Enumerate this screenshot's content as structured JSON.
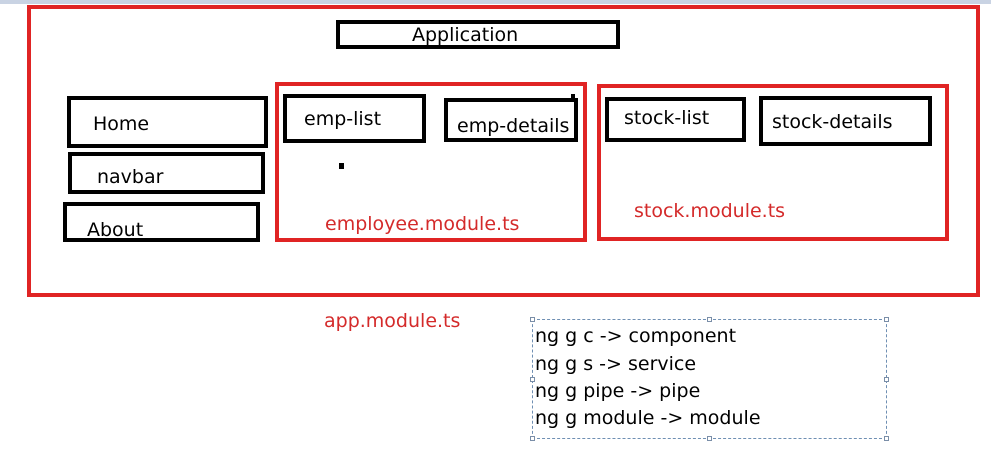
{
  "application": {
    "label": "Application"
  },
  "nav": {
    "home": "Home",
    "navbar": "navbar",
    "about": "About"
  },
  "employee_module": {
    "emp_list": "emp-list",
    "emp_details": "emp-details",
    "caption": "employee.module.ts"
  },
  "stock_module": {
    "stock_list": "stock-list",
    "stock_details": "stock-details",
    "caption": "stock.module.ts"
  },
  "app_module": {
    "caption": "app.module.ts"
  },
  "commands": [
    "ng g c -> component",
    "ng g s -> service",
    "ng g pipe -> pipe",
    "ng g module -> module"
  ],
  "colors": {
    "module_border": "#e02424",
    "module_text": "#d42a2a",
    "component_border": "#000000"
  }
}
